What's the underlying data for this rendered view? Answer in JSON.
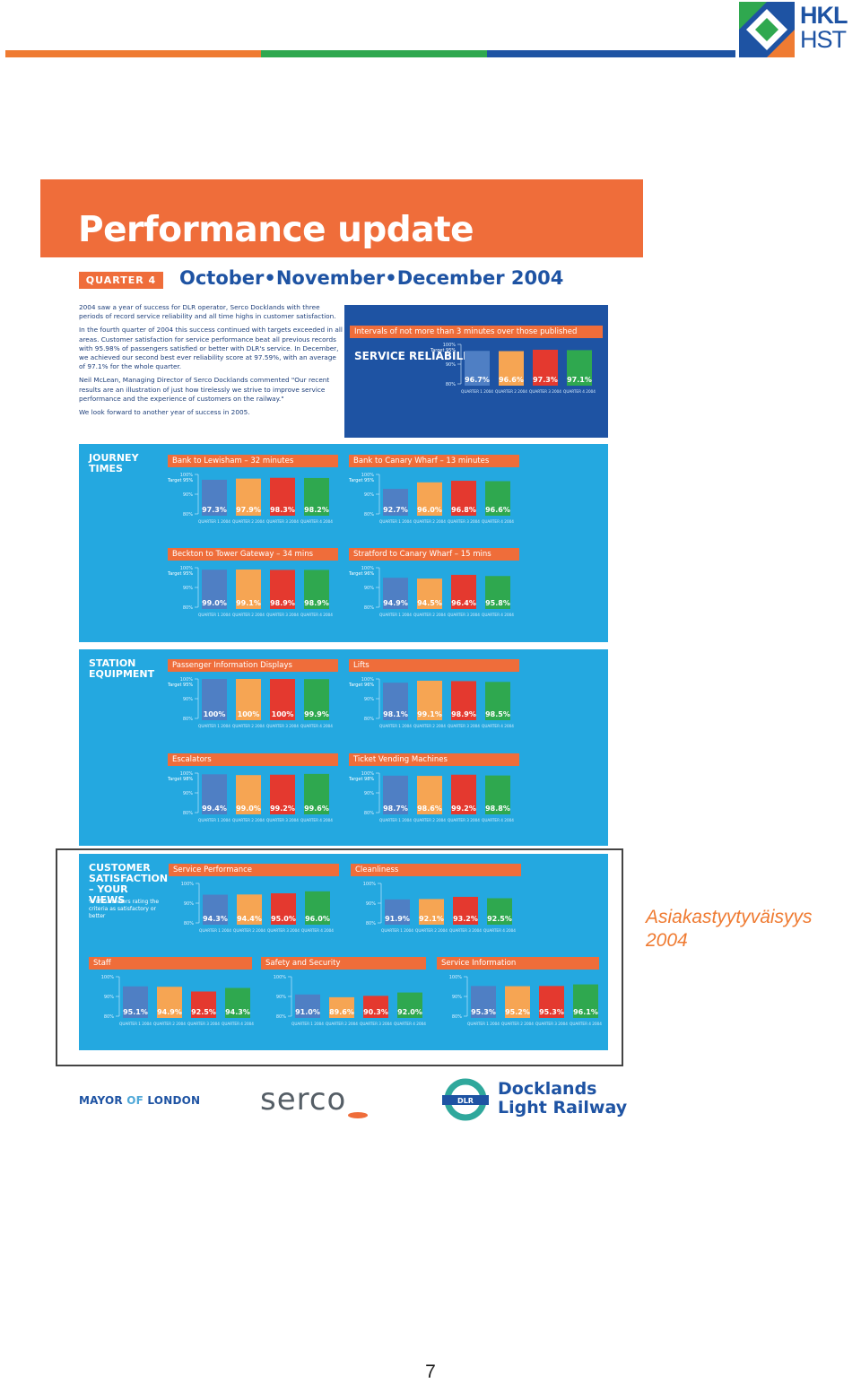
{
  "header": {
    "logo_line1": "HKL",
    "logo_line2": "HST"
  },
  "poster": {
    "title": "Performance update",
    "quarter_badge": "QUARTER 4",
    "months": "October•November•December 2004",
    "intro": [
      "2004 saw a year of success for DLR operator, Serco Docklands with three periods of record service reliability and all time highs in customer satisfaction.",
      "In the fourth quarter of 2004 this success continued with targets exceeded in all areas. Customer satisfaction for service performance beat all previous records with 95.98% of passengers satisfied or better with DLR's service. In December, we achieved our second best ever reliability score at 97.59%, with an average of 97.1% for the whole quarter.",
      "Neil McLean, Managing Director of Serco Docklands commented \"Our recent results are an illustration of just how tirelessly we strive to improve service performance and the experience of customers on the railway.\"",
      "We look forward to another year of success in 2005."
    ],
    "sections": {
      "reliability": "SERVICE RELIABILITY",
      "journey": "JOURNEY TIMES",
      "station": "STATION EQUIPMENT",
      "customer": "CUSTOMER SATISFACTION – YOUR VIEWS",
      "customer_note": "% of customers rating the criteria as satisfactory or better"
    },
    "quarter_labels": [
      "QUARTER 1 2004",
      "QUARTER 2 2004",
      "QUARTER 3 2004",
      "QUARTER 4 2004"
    ],
    "bar_colors": [
      "#4f7fc4",
      "#f6a553",
      "#e4392f",
      "#2fa84f"
    ],
    "logos": {
      "mayor": "MAYOR",
      "mayor_of": "OF",
      "mayor_london": "LONDON",
      "serco": "serco",
      "dlr_badge": "DLR",
      "dlr_line1": "Docklands",
      "dlr_line2": "Light Railway"
    }
  },
  "chart_data": [
    {
      "type": "bar",
      "id": "reliability",
      "title": "Intervals of not more than 3 minutes over those published",
      "target": "Target 95%",
      "ticks": [
        "100%",
        "90%",
        "80%"
      ],
      "categories": [
        "QUARTER 1 2004",
        "QUARTER 2 2004",
        "QUARTER 3 2004",
        "QUARTER 4 2004"
      ],
      "values": [
        96.7,
        96.6,
        97.3,
        97.1
      ],
      "labels": [
        "96.7%",
        "96.6%",
        "97.3%",
        "97.1%"
      ],
      "ylim": [
        80,
        100
      ]
    },
    {
      "type": "bar",
      "id": "bank-lewisham",
      "title": "Bank to Lewisham – 32 minutes",
      "target": "Target 95%",
      "ticks": [
        "100%",
        "90%",
        "80%"
      ],
      "values": [
        97.3,
        97.9,
        98.3,
        98.2
      ],
      "labels": [
        "97.3%",
        "97.9%",
        "98.3%",
        "98.2%"
      ],
      "ylim": [
        80,
        100
      ]
    },
    {
      "type": "bar",
      "id": "bank-canary",
      "title": "Bank to Canary Wharf – 13 minutes",
      "target": "Target 95%",
      "ticks": [
        "100%",
        "90%",
        "80%"
      ],
      "values": [
        92.7,
        96.0,
        96.8,
        96.6
      ],
      "labels": [
        "92.7%",
        "96.0%",
        "96.8%",
        "96.6%"
      ],
      "ylim": [
        80,
        100
      ]
    },
    {
      "type": "bar",
      "id": "beckton-tower",
      "title": "Beckton to Tower Gateway – 34 mins",
      "target": "Target 95%",
      "ticks": [
        "100%",
        "90%",
        "80%"
      ],
      "values": [
        99.0,
        99.1,
        98.9,
        98.9
      ],
      "labels": [
        "99.0%",
        "99.1%",
        "98.9%",
        "98.9%"
      ],
      "ylim": [
        80,
        100
      ]
    },
    {
      "type": "bar",
      "id": "stratford-canary",
      "title": "Stratford to Canary Wharf – 15 mins",
      "target": "Target 96%",
      "ticks": [
        "100%",
        "90%",
        "80%"
      ],
      "values": [
        94.9,
        94.5,
        96.4,
        95.8
      ],
      "labels": [
        "94.9%",
        "94.5%",
        "96.4%",
        "95.8%"
      ],
      "ylim": [
        80,
        100
      ]
    },
    {
      "type": "bar",
      "id": "pids",
      "title": "Passenger Information Displays",
      "target": "Target 95%",
      "ticks": [
        "100%",
        "90%",
        "80%"
      ],
      "values": [
        100,
        100,
        100,
        99.9
      ],
      "labels": [
        "100%",
        "100%",
        "100%",
        "99.9%"
      ],
      "ylim": [
        80,
        100
      ]
    },
    {
      "type": "bar",
      "id": "lifts",
      "title": "Lifts",
      "target": "Target 96%",
      "ticks": [
        "100%",
        "90%",
        "80%"
      ],
      "values": [
        98.1,
        99.1,
        98.9,
        98.5
      ],
      "labels": [
        "98.1%",
        "99.1%",
        "98.9%",
        "98.5%"
      ],
      "ylim": [
        80,
        100
      ]
    },
    {
      "type": "bar",
      "id": "escalators",
      "title": "Escalators",
      "target": "Target 98%",
      "ticks": [
        "100%",
        "90%",
        "80%"
      ],
      "values": [
        99.4,
        99.0,
        99.2,
        99.6
      ],
      "labels": [
        "99.4%",
        "99.0%",
        "99.2%",
        "99.6%"
      ],
      "ylim": [
        80,
        100
      ]
    },
    {
      "type": "bar",
      "id": "tvm",
      "title": "Ticket Vending Machines",
      "target": "Target 98%",
      "ticks": [
        "100%",
        "90%",
        "80%"
      ],
      "values": [
        98.7,
        98.6,
        99.2,
        98.8
      ],
      "labels": [
        "98.7%",
        "98.6%",
        "99.2%",
        "98.8%"
      ],
      "ylim": [
        80,
        100
      ]
    },
    {
      "type": "bar",
      "id": "service-performance",
      "title": "Service Performance",
      "target": "",
      "ticks": [
        "100%",
        "90%",
        "80%"
      ],
      "values": [
        94.3,
        94.4,
        95.0,
        96.0
      ],
      "labels": [
        "94.3%",
        "94.4%",
        "95.0%",
        "96.0%"
      ],
      "ylim": [
        80,
        100
      ]
    },
    {
      "type": "bar",
      "id": "cleanliness",
      "title": "Cleanliness",
      "target": "",
      "ticks": [
        "100%",
        "90%",
        "80%"
      ],
      "values": [
        91.9,
        92.1,
        93.2,
        92.5
      ],
      "labels": [
        "91.9%",
        "92.1%",
        "93.2%",
        "92.5%"
      ],
      "ylim": [
        80,
        100
      ]
    },
    {
      "type": "bar",
      "id": "staff",
      "title": "Staff",
      "target": "",
      "ticks": [
        "100%",
        "90%",
        "80%"
      ],
      "values": [
        95.1,
        94.9,
        92.5,
        94.3
      ],
      "labels": [
        "95.1%",
        "94.9%",
        "92.5%",
        "94.3%"
      ],
      "ylim": [
        80,
        100
      ]
    },
    {
      "type": "bar",
      "id": "safety",
      "title": "Safety and Security",
      "target": "",
      "ticks": [
        "100%",
        "90%",
        "80%"
      ],
      "values": [
        91.0,
        89.6,
        90.3,
        92.0
      ],
      "labels": [
        "91.0%",
        "89.6%",
        "90.3%",
        "92.0%"
      ],
      "ylim": [
        80,
        100
      ]
    },
    {
      "type": "bar",
      "id": "service-info",
      "title": "Service Information",
      "target": "",
      "ticks": [
        "100%",
        "90%",
        "80%"
      ],
      "values": [
        95.3,
        95.2,
        95.3,
        96.1
      ],
      "labels": [
        "95.3%",
        "95.2%",
        "95.3%",
        "96.1%"
      ],
      "ylim": [
        80,
        100
      ]
    }
  ],
  "caption": {
    "line1": "Asiakastyytyväisyys",
    "line2": "2004"
  },
  "page_number": "7"
}
